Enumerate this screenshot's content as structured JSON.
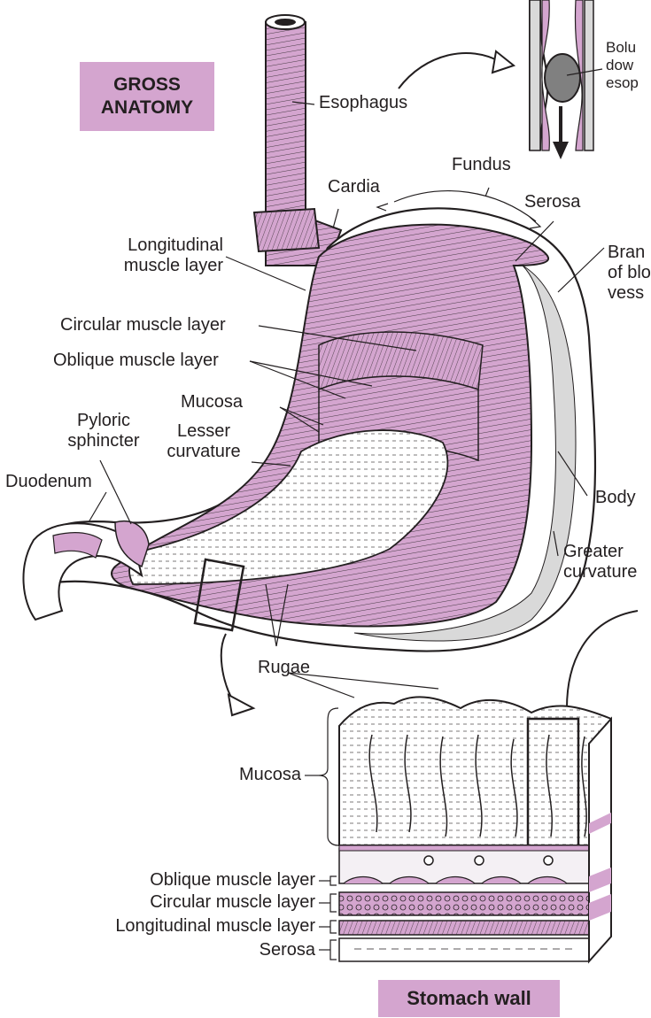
{
  "titles": {
    "gross_line1": "GROSS",
    "gross_line2": "ANATOMY",
    "stomach_wall": "Stomach wall"
  },
  "labels": {
    "esophagus": "Esophagus",
    "bolus_line1": "Bolu",
    "bolus_line2": "dow",
    "bolus_line3": "esop",
    "fundus": "Fundus",
    "cardia": "Cardia",
    "serosa": "Serosa",
    "longitudinal_line1": "Longitudinal",
    "longitudinal_line2": "muscle layer",
    "branches_line1": "Bran",
    "branches_line2": "of blo",
    "branches_line3": "vess",
    "circular": "Circular muscle layer",
    "oblique": "Oblique muscle layer",
    "mucosa": "Mucosa",
    "pyloric_line1": "Pyloric",
    "pyloric_line2": "sphincter",
    "lesser_line1": "Lesser",
    "lesser_line2": "curvature",
    "duodenum": "Duodenum",
    "body": "Body",
    "greater_line1": "Greater",
    "greater_line2": "curvature",
    "rugae": "Rugae"
  },
  "wall_labels": {
    "mucosa": "Mucosa",
    "oblique": "Oblique muscle layer",
    "circular": "Circular muscle layer",
    "longitudinal": "Longitudinal muscle layer",
    "serosa": "Serosa"
  },
  "colors": {
    "muscle_pink": "#d4a5cf",
    "muscle_dark": "#b07aab",
    "outline": "#231f20",
    "mucosa_fill": "#ffffff",
    "serosa_gray": "#d9d9d9"
  }
}
